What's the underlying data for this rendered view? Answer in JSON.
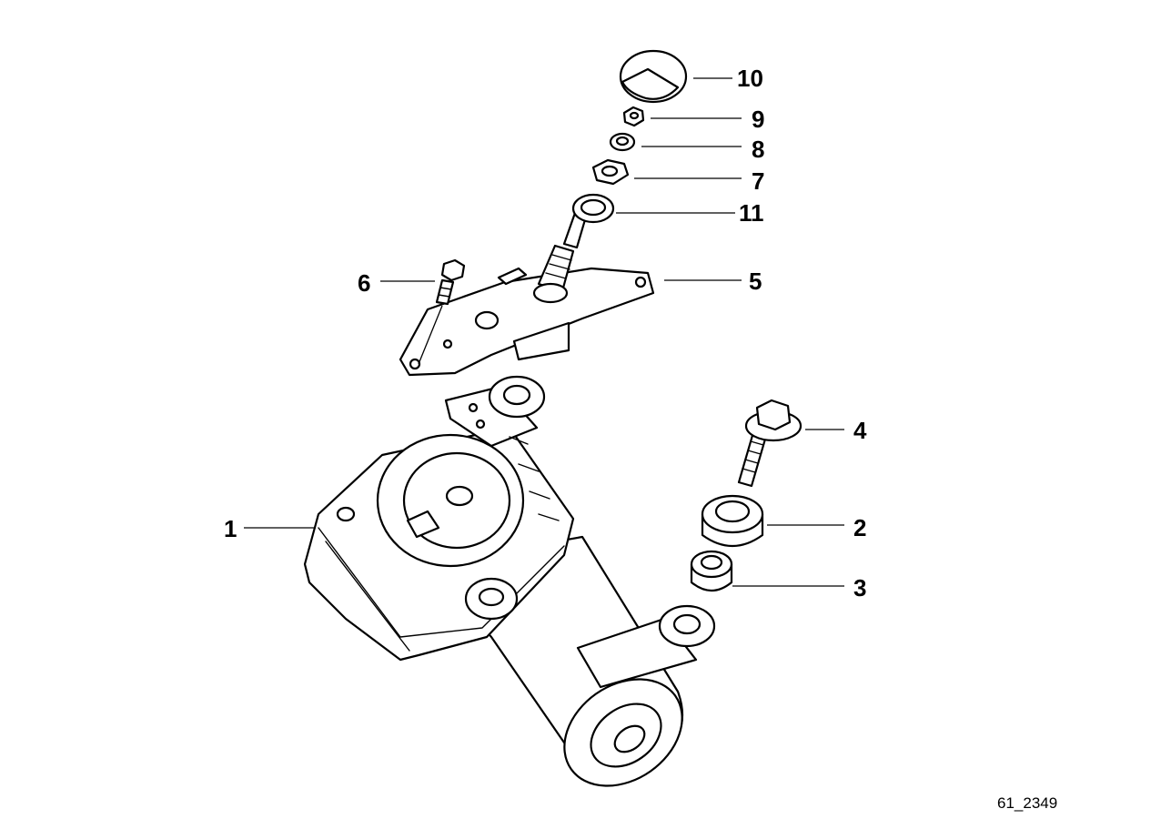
{
  "diagram": {
    "callouts": [
      {
        "key": "1",
        "label": "1"
      },
      {
        "key": "2",
        "label": "2"
      },
      {
        "key": "3",
        "label": "3"
      },
      {
        "key": "4",
        "label": "4"
      },
      {
        "key": "5",
        "label": "5"
      },
      {
        "key": "6",
        "label": "6"
      },
      {
        "key": "7",
        "label": "7"
      },
      {
        "key": "8",
        "label": "8"
      },
      {
        "key": "9",
        "label": "9"
      },
      {
        "key": "10",
        "label": "10"
      },
      {
        "key": "11",
        "label": "11"
      }
    ],
    "figure_code": "61_2349"
  }
}
